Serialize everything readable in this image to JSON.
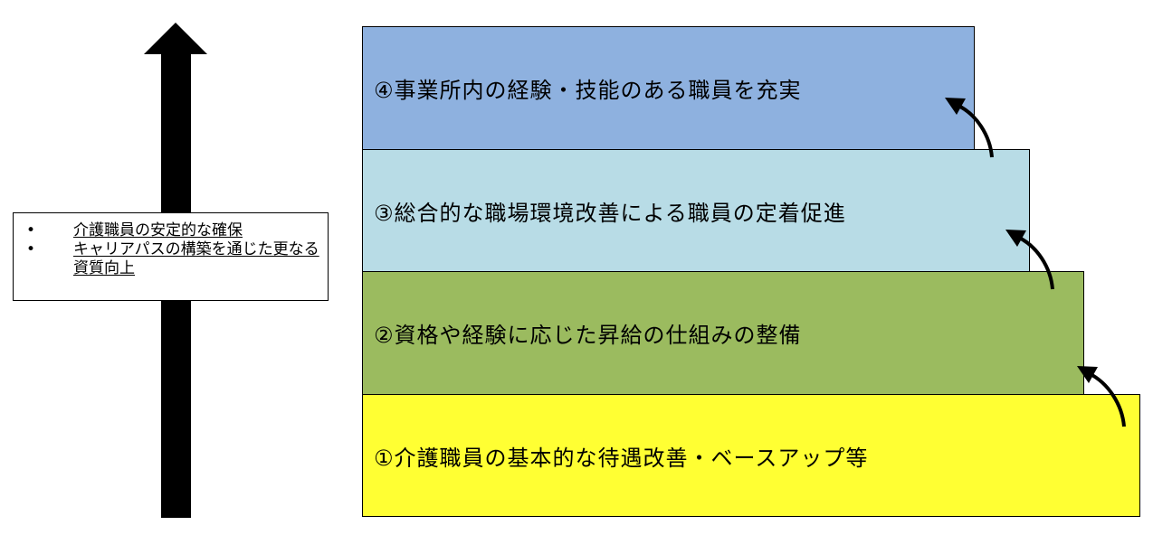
{
  "goals": [
    "介護職員の安定的な確保",
    "キャリアパスの構築を通じた更なる資質向上"
  ],
  "goal_bullet": "•",
  "steps": [
    {
      "label": "④事業所内の経験・技能のある職員を充実",
      "color": "#8eb1df"
    },
    {
      "label": "③総合的な職場環境改善による職員の定着促進",
      "color": "#b8dce6"
    },
    {
      "label": "②資格や経験に応じた昇給の仕組みの整備",
      "color": "#9bbb5f"
    },
    {
      "label": "①介護職員の基本的な待遇改善・ベースアップ等",
      "color": "#ffff33"
    }
  ],
  "colors": {
    "arrow": "#000000",
    "border": "#000000"
  }
}
